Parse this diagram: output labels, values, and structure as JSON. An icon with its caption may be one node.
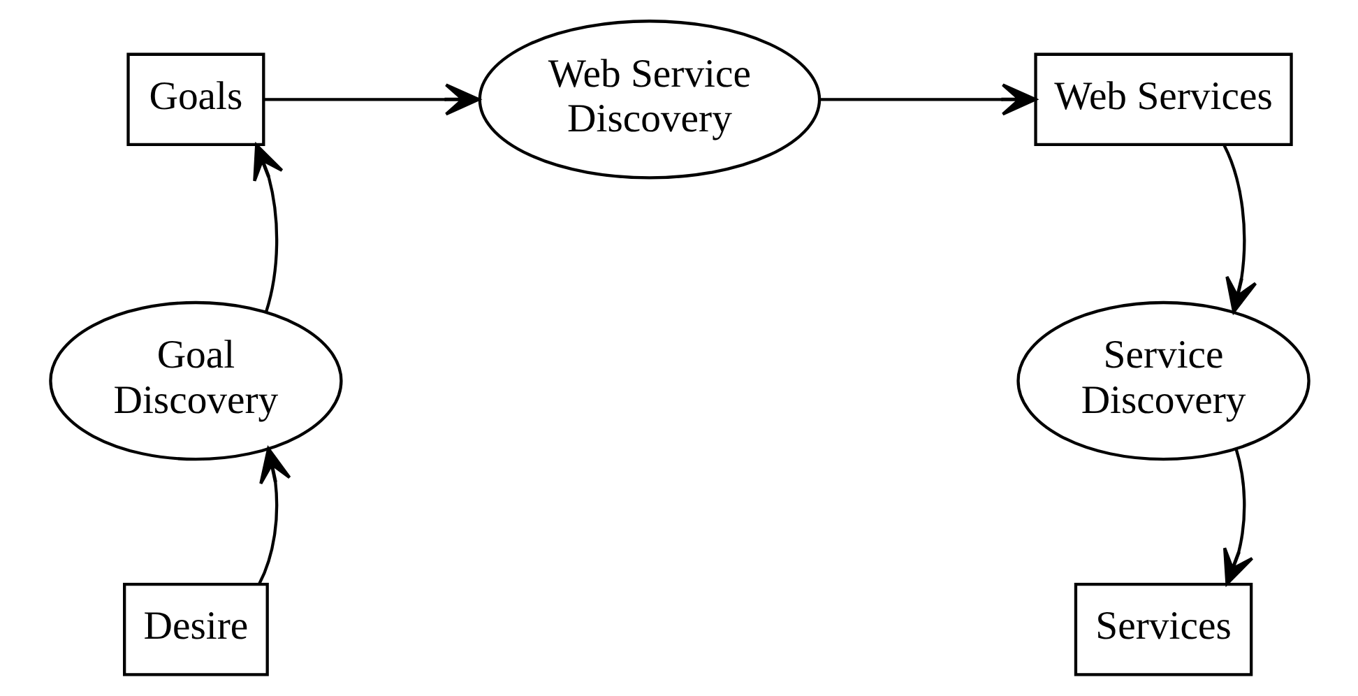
{
  "diagram": {
    "nodes": [
      {
        "text": [
          "Goals"
        ]
      },
      {
        "text": [
          "Web Service Discovery"
        ]
      },
      {
        "text": [
          "Web Services"
        ]
      },
      {
        "text": [
          "Goal Discovery"
        ]
      },
      {
        "text": [
          "Service Discovery"
        ]
      },
      {
        "text": [
          "Desire"
        ]
      },
      {
        "text": [
          "Services"
        ]
      }
    ],
    "edges": [
      {
        "from": 5,
        "to": 3,
        "arrow": "to"
      },
      {
        "from": 3,
        "to": 0,
        "arrow": "to"
      },
      {
        "from": 0,
        "to": 1,
        "arrow": "to"
      },
      {
        "from": 1,
        "to": 2,
        "arrow": "to"
      },
      {
        "from": 2,
        "to": 4,
        "arrow": "to"
      },
      {
        "from": 4,
        "to": 6,
        "arrow": "to"
      }
    ]
  }
}
